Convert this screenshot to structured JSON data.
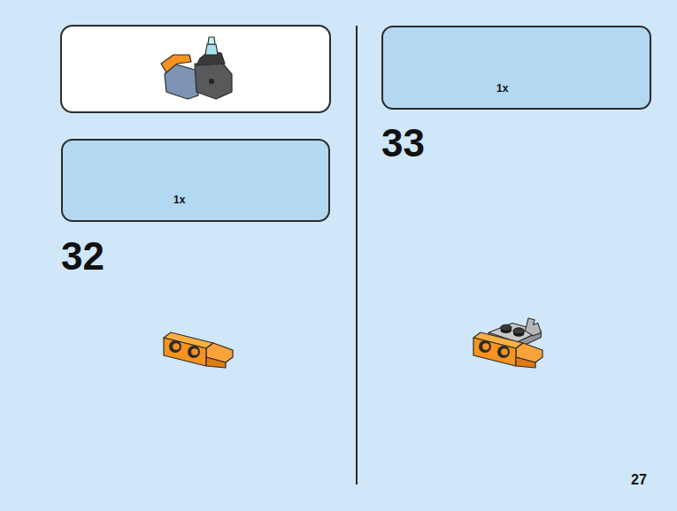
{
  "diagram": {
    "nodes": [
      {
        "text": [
          "1x"
        ]
      },
      {
        "text": [
          "1x"
        ]
      }
    ],
    "labels": [
      "32",
      "33",
      "27"
    ]
  }
}
